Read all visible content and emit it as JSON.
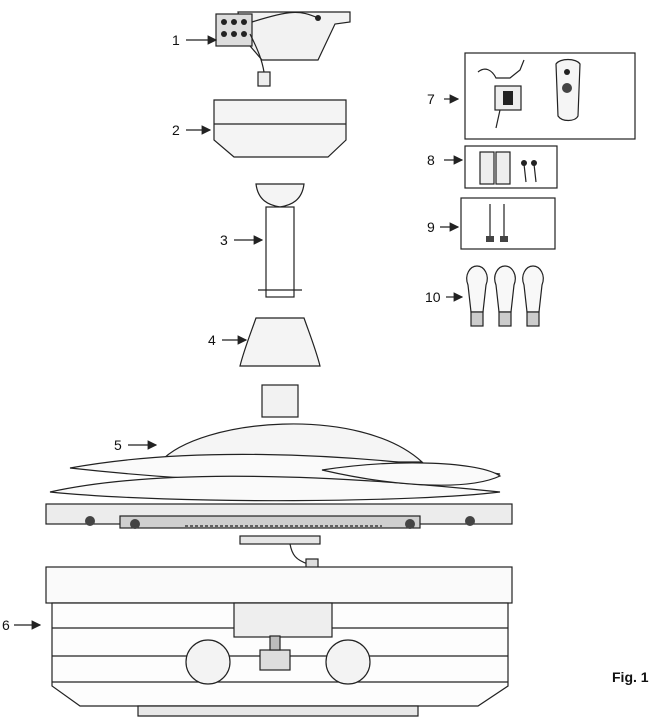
{
  "figure_label": "Fig. 1",
  "parts": [
    {
      "number": "1",
      "icon": "mounting-bracket-icon"
    },
    {
      "number": "2",
      "icon": "canopy-icon"
    },
    {
      "number": "3",
      "icon": "downrod-icon"
    },
    {
      "number": "4",
      "icon": "canopy-cover-icon"
    },
    {
      "number": "5",
      "icon": "fan-body-blades-icon"
    },
    {
      "number": "6",
      "icon": "light-kit-cage-icon"
    },
    {
      "number": "7",
      "icon": "receiver-and-remote-icon"
    },
    {
      "number": "8",
      "icon": "batteries-screws-icon"
    },
    {
      "number": "9",
      "icon": "mounting-screws-icon"
    },
    {
      "number": "10",
      "icon": "bulbs-icon"
    }
  ]
}
